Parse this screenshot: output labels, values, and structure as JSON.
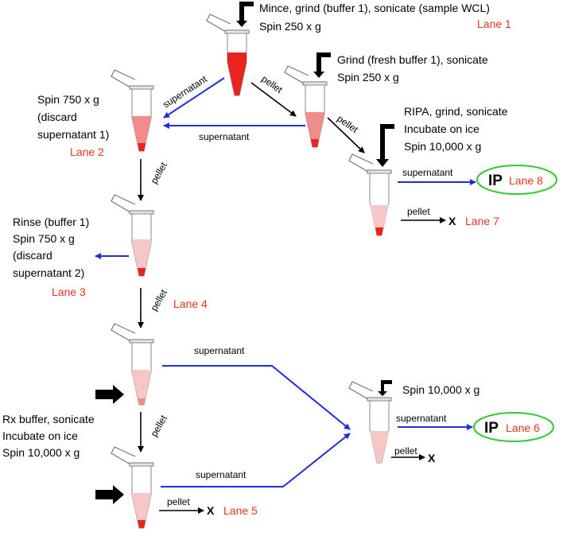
{
  "colors": {
    "lane_text": "#e8341c",
    "supernatant_arrow": "#1f2fdc",
    "pellet_arrow": "#000000",
    "ip_ring": "#2ecc2e",
    "tube_full": "#e8241c",
    "tube_medium": "#f28b8b",
    "tube_light": "#f7c6c6",
    "tube_tip": "#e8241c"
  },
  "steps": {
    "step1_line1": "Mince, grind (buffer 1), sonicate (sample WCL)",
    "step1_line2": "Spin 250 x g",
    "step1_lane": "Lane 1",
    "step2_line1": "Grind (fresh buffer 1), sonicate",
    "step2_line2": "Spin 250 x g",
    "step3_line1": "RIPA, grind, sonicate",
    "step3_line2": "Incubate on ice",
    "step3_line3": "Spin 10,000 x g",
    "left1_line1": "Spin 750 x g",
    "left1_line2": "(discard",
    "left1_line3": "supernatant 1)",
    "left1_lane": "Lane 2",
    "rinse_line1": "Rinse (buffer 1)",
    "rinse_line2": "Spin 750 x g",
    "rinse_line3": "(discard",
    "rinse_line4": "supernatant 2)",
    "rinse_lane": "Lane 3",
    "lane4": "Lane 4",
    "rx_line1": "Rx buffer, sonicate",
    "rx_line2": "Incubate on ice",
    "rx_line3": "Spin 10,000 x g",
    "lane5": "Lane 5",
    "right_spin": "Spin 10,000 x g",
    "lane6": "Lane 6",
    "lane7": "Lane 7",
    "lane8": "Lane 8"
  },
  "arrow_labels": {
    "supernatant": "supernatant",
    "pellet": "pellet",
    "discard_x": "X",
    "ip": "IP"
  }
}
